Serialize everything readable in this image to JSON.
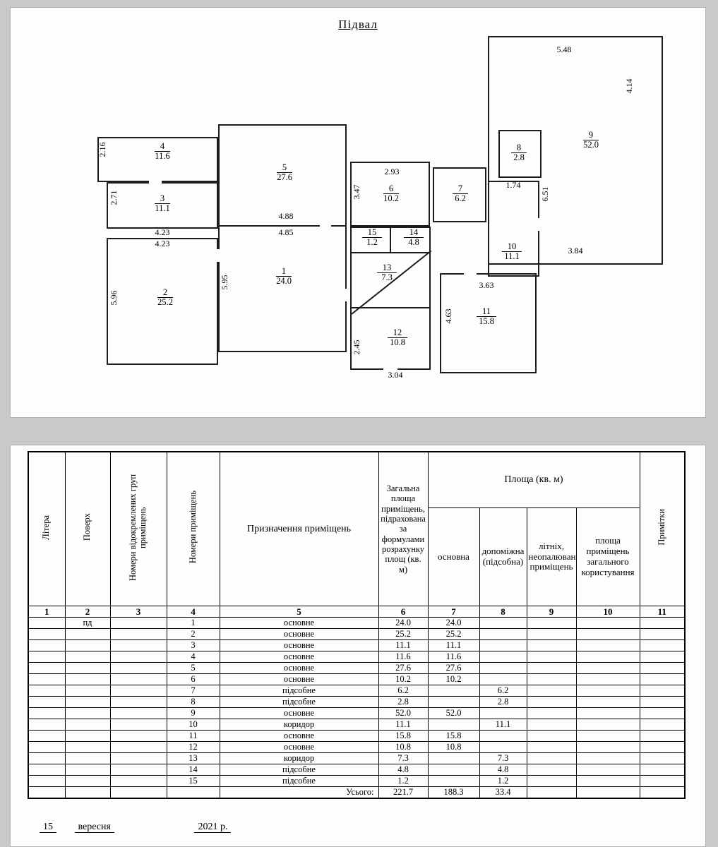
{
  "plan": {
    "title": "Підвал",
    "rooms": [
      {
        "num": "1",
        "area": "24.0"
      },
      {
        "num": "2",
        "area": "25.2"
      },
      {
        "num": "3",
        "area": "11.1"
      },
      {
        "num": "4",
        "area": "11.6"
      },
      {
        "num": "5",
        "area": "27.6"
      },
      {
        "num": "6",
        "area": "10.2"
      },
      {
        "num": "7",
        "area": "6.2"
      },
      {
        "num": "8",
        "area": "2.8"
      },
      {
        "num": "9",
        "area": "52.0"
      },
      {
        "num": "10",
        "area": "11.1"
      },
      {
        "num": "11",
        "area": "15.8"
      },
      {
        "num": "12",
        "area": "10.8"
      },
      {
        "num": "13",
        "area": "7.3"
      },
      {
        "num": "14",
        "area": "4.8"
      },
      {
        "num": "15",
        "area": "1.2"
      }
    ],
    "dims": [
      "5.48",
      "4.14",
      "2.16",
      "2.71",
      "4.23",
      "4.23",
      "5.96",
      "4.88",
      "4.85",
      "5.95",
      "3.47",
      "2.93",
      "1.74",
      "6.51",
      "3.84",
      "3.63",
      "4.63",
      "2.45",
      "3.04"
    ]
  },
  "table": {
    "headers": {
      "col1": "Літера",
      "col2": "Поверх",
      "col3": "Номери відокремлених груп приміщень",
      "col4": "Номери приміщень",
      "col5": "Призначення приміщень",
      "col6": "Загальна площа приміщень, підрахована за формулами розрахунку площ (кв. м)",
      "area_group": "Площа (кв. м)",
      "col7": "основна",
      "col8": "допоміжна (підсобна)",
      "col9": "літніх, неопалюваних приміщень",
      "col10": "площа приміщень загального користування",
      "col11": "Примітки",
      "numbers": [
        "1",
        "2",
        "3",
        "4",
        "5",
        "6",
        "7",
        "8",
        "9",
        "10",
        "11"
      ]
    },
    "floor_label": "пд",
    "rows": [
      {
        "num": "1",
        "purpose": "основне",
        "total": "24.0",
        "main": "24.0",
        "aux": ""
      },
      {
        "num": "2",
        "purpose": "основне",
        "total": "25.2",
        "main": "25.2",
        "aux": ""
      },
      {
        "num": "3",
        "purpose": "основне",
        "total": "11.1",
        "main": "11.1",
        "aux": ""
      },
      {
        "num": "4",
        "purpose": "основне",
        "total": "11.6",
        "main": "11.6",
        "aux": ""
      },
      {
        "num": "5",
        "purpose": "основне",
        "total": "27.6",
        "main": "27.6",
        "aux": ""
      },
      {
        "num": "6",
        "purpose": "основне",
        "total": "10.2",
        "main": "10.2",
        "aux": ""
      },
      {
        "num": "7",
        "purpose": "підсобне",
        "total": "6.2",
        "main": "",
        "aux": "6.2"
      },
      {
        "num": "8",
        "purpose": "підсобне",
        "total": "2.8",
        "main": "",
        "aux": "2.8"
      },
      {
        "num": "9",
        "purpose": "основне",
        "total": "52.0",
        "main": "52.0",
        "aux": ""
      },
      {
        "num": "10",
        "purpose": "коридор",
        "total": "11.1",
        "main": "",
        "aux": "11.1"
      },
      {
        "num": "11",
        "purpose": "основне",
        "total": "15.8",
        "main": "15.8",
        "aux": ""
      },
      {
        "num": "12",
        "purpose": "основне",
        "total": "10.8",
        "main": "10.8",
        "aux": ""
      },
      {
        "num": "13",
        "purpose": "коридор",
        "total": "7.3",
        "main": "",
        "aux": "7.3"
      },
      {
        "num": "14",
        "purpose": "підсобне",
        "total": "4.8",
        "main": "",
        "aux": "4.8"
      },
      {
        "num": "15",
        "purpose": "підсобне",
        "total": "1.2",
        "main": "",
        "aux": "1.2"
      }
    ],
    "total": {
      "label": "Усього:",
      "total": "221.7",
      "main": "188.3",
      "aux": "33.4"
    }
  },
  "footer": {
    "day": "15",
    "month": "вересня",
    "year": "2021 р."
  }
}
